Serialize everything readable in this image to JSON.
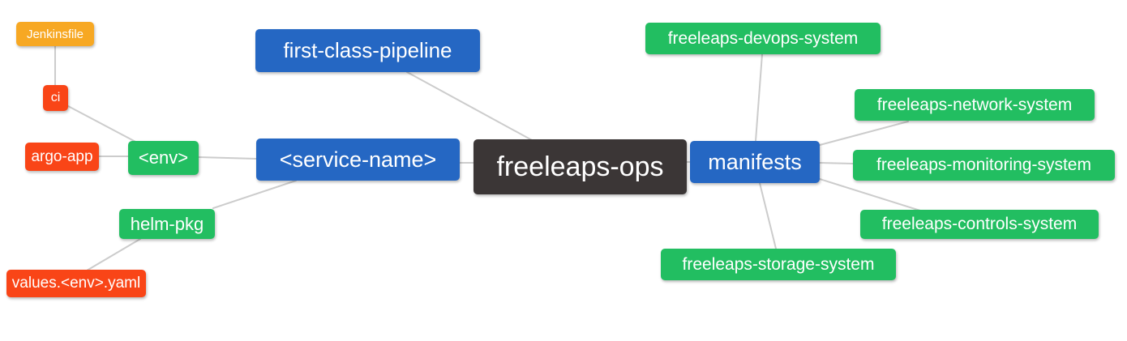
{
  "diagram": {
    "type": "mindmap",
    "root_label": "freeleaps-ops",
    "colors": {
      "root_node": "#3b3636",
      "branch_node": "#2567c3",
      "leaf_node": "#22be61",
      "file_node": "#f94517",
      "jenkins_node": "#f7a823",
      "edge": "#cccccc",
      "node_text": "#ffffff",
      "background": "#ffffff"
    }
  },
  "nodes": [
    {
      "id": "jenkinsfile",
      "label": "Jenkinsfile",
      "role": "jenkins"
    },
    {
      "id": "ci",
      "label": "ci",
      "role": "file"
    },
    {
      "id": "argo-app",
      "label": "argo-app",
      "role": "file"
    },
    {
      "id": "env",
      "label": "<env>",
      "role": "leaf"
    },
    {
      "id": "helm-pkg",
      "label": "helm-pkg",
      "role": "leaf"
    },
    {
      "id": "values-env-yaml",
      "label": "values.<env>.yaml",
      "role": "file"
    },
    {
      "id": "first-class-pipeline",
      "label": "first-class-pipeline",
      "role": "branch"
    },
    {
      "id": "service-name",
      "label": "<service-name>",
      "role": "branch"
    },
    {
      "id": "freeleaps-ops",
      "label": "freeleaps-ops",
      "role": "root"
    },
    {
      "id": "manifests",
      "label": "manifests",
      "role": "branch"
    },
    {
      "id": "freeleaps-devops-system",
      "label": "freeleaps-devops-system",
      "role": "leaf"
    },
    {
      "id": "freeleaps-network-system",
      "label": "freeleaps-network-system",
      "role": "leaf"
    },
    {
      "id": "freeleaps-monitoring-system",
      "label": "freeleaps-monitoring-system",
      "role": "leaf"
    },
    {
      "id": "freeleaps-controls-system",
      "label": "freeleaps-controls-system",
      "role": "leaf"
    },
    {
      "id": "freeleaps-storage-system",
      "label": "freeleaps-storage-system",
      "role": "leaf"
    }
  ],
  "edges": [
    {
      "from": "Jenkinsfile",
      "to": "ci"
    },
    {
      "from": "ci",
      "to": "<env>"
    },
    {
      "from": "argo-app",
      "to": "<env>"
    },
    {
      "from": "<env>",
      "to": "<service-name>"
    },
    {
      "from": "<service-name>",
      "to": "helm-pkg"
    },
    {
      "from": "helm-pkg",
      "to": "values.<env>.yaml"
    },
    {
      "from": "first-class-pipeline",
      "to": "freeleaps-ops"
    },
    {
      "from": "<service-name>",
      "to": "freeleaps-ops"
    },
    {
      "from": "freeleaps-ops",
      "to": "manifests"
    },
    {
      "from": "manifests",
      "to": "freeleaps-devops-system"
    },
    {
      "from": "manifests",
      "to": "freeleaps-network-system"
    },
    {
      "from": "manifests",
      "to": "freeleaps-monitoring-system"
    },
    {
      "from": "manifests",
      "to": "freeleaps-controls-system"
    },
    {
      "from": "manifests",
      "to": "freeleaps-storage-system"
    }
  ]
}
